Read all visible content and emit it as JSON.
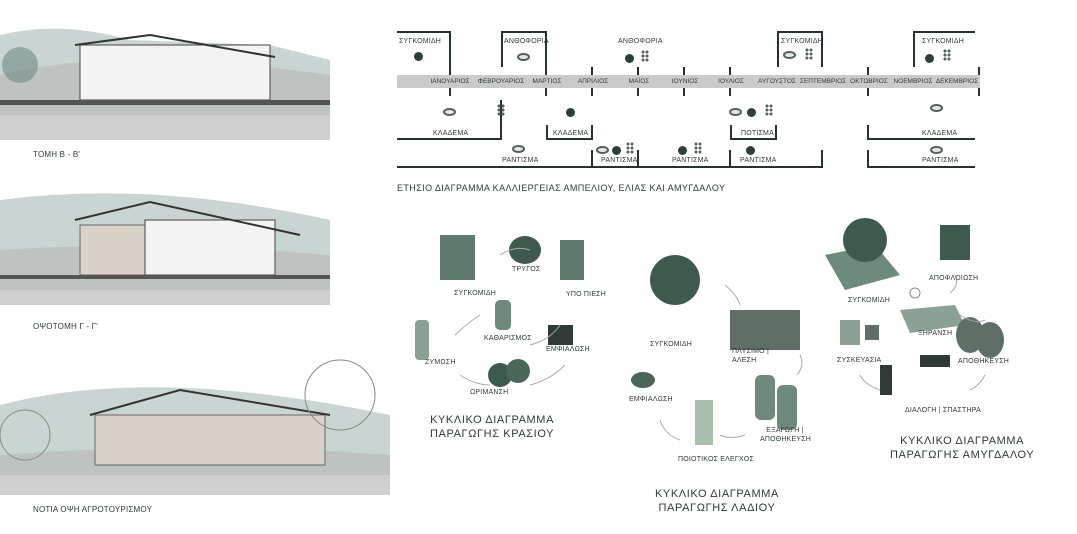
{
  "sections": [
    {
      "label": "ΤΟΜΗ Β - Β'"
    },
    {
      "label": "ΟΨΟΤΟΜΗ  Γ - Γ'"
    },
    {
      "label": "ΝΟΤΙΑ ΟΨΗ  ΑΓΡΟΤΟΥΡΙΣΜΟΥ"
    }
  ],
  "timeline": {
    "title": "ΕΤΗΣΙΟ ΔΙΑΓΡΑΜΜΑ ΚΑΛΛΙΕΡΓΕΙΑΣ ΑΜΠΕΛΙΟΥ, ΕΛΙΑΣ ΚΑΙ ΑΜΥΓΔΑΛΟΥ",
    "months": [
      "ΙΑΝΟΥΑΡΙΟΣ",
      "ΦΕΒΡΟΥΑΡΙΟΣ",
      "ΜΑΡΤΙΟΣ",
      "ΑΠΡΙΛΙΟΣ",
      "ΜΑΪΟΣ",
      "ΙΟΥΝΙΟΣ",
      "ΙΟΥΛΙΟΣ",
      "ΑΥΓΟΥΣΤΟΣ",
      "ΣΕΠΤΕΜΒΡΙΟΣ",
      "ΟΚΤΩΒΡΙΟΣ",
      "ΝΟΕΜΒΡΙΟΣ",
      "ΔΕΚΕΜΒΡΙΟΣ"
    ],
    "top": [
      "ΣΥΓΚΟΜΙΔΗ",
      "ΑΝΘΟΦΟΡΙΑ",
      "ΑΝΘΟΦΟΡΙΑ",
      "ΣΥΓΚΟΜΙΔΗ",
      "ΣΥΓΚΟΜΙΔΗ"
    ],
    "bottom": [
      "ΚΛΑΔΕΜΑ",
      "ΚΛΑΔΕΜΑ",
      "ΠΟΤΙΣΜΑ",
      "ΚΛΑΔΕΜΑ"
    ],
    "spray": [
      "ΡΑΝΤΙΣΜΑ",
      "ΡΑΝΤΙΣΜΑ",
      "ΡΑΝΤΙΣΜΑ",
      "ΡΑΝΤΙΣΜΑ",
      "ΡΑΝΤΙΣΜΑ"
    ],
    "colors": {
      "line": "#24332e",
      "bar": "#c9cac9"
    }
  },
  "wine": {
    "title1": "ΚΥΚΛΙΚΟ ΔΙΑΓΡΑΜΜΑ",
    "title2": "ΠΑΡΑΓΩΓΗΣ  ΚΡΑΣΙΟΥ",
    "steps": [
      "ΣΥΓΚΟΜΙΔΗ",
      "ΤΡΥΓΟΣ",
      "ΥΠΟ ΠΙΕΣΗ",
      "ΚΑΘΑΡΙΣΜΟΣ",
      "ΕΜΦΙΑΛΩΣΗ",
      "ΩΡΙΜΑΝΣΗ",
      "ΖΥΜΩΣΗ"
    ]
  },
  "oil": {
    "title1": "ΚΥΚΛΙΚΟ ΔΙΑΓΡΑΜΜΑ",
    "title2": "ΠΑΡΑΓΩΓΗΣ  ΛΑΔΙΟΥ",
    "steps": [
      "ΣΥΓΚΟΜΙΔΗ",
      "ΠΛΥΣΙΜΟ | ΑΛΕΣΗ",
      "ΕΞΑΓΩΓΗ | ΑΠΟΘΗΚΕΥΣΗ",
      "ΠΟΙΟΤΙΚΟΣ ΕΛΕΓΧΟΣ",
      "ΕΜΦΙΑΛΩΣΗ"
    ]
  },
  "almond": {
    "title1": "ΚΥΚΛΙΚΟ ΔΙΑΓΡΑΜΜΑ",
    "title2": "ΠΑΡΑΓΩΓΗΣ  ΑΜΥΓΔΑΛΟΥ",
    "steps": [
      "ΣΥΓΚΟΜΙΔΗ",
      "ΑΠΟΦΛΟΙΩΣΗ",
      "ΞΗΡΑΝΣΗ",
      "ΑΠΟΘΗΚΕΥΣΗ",
      "ΔΙΑΛΟΓΗ | ΣΠΑΣΤΗΡΑ",
      "ΣΥΣΚΕΥΑΣΙΑ"
    ]
  }
}
